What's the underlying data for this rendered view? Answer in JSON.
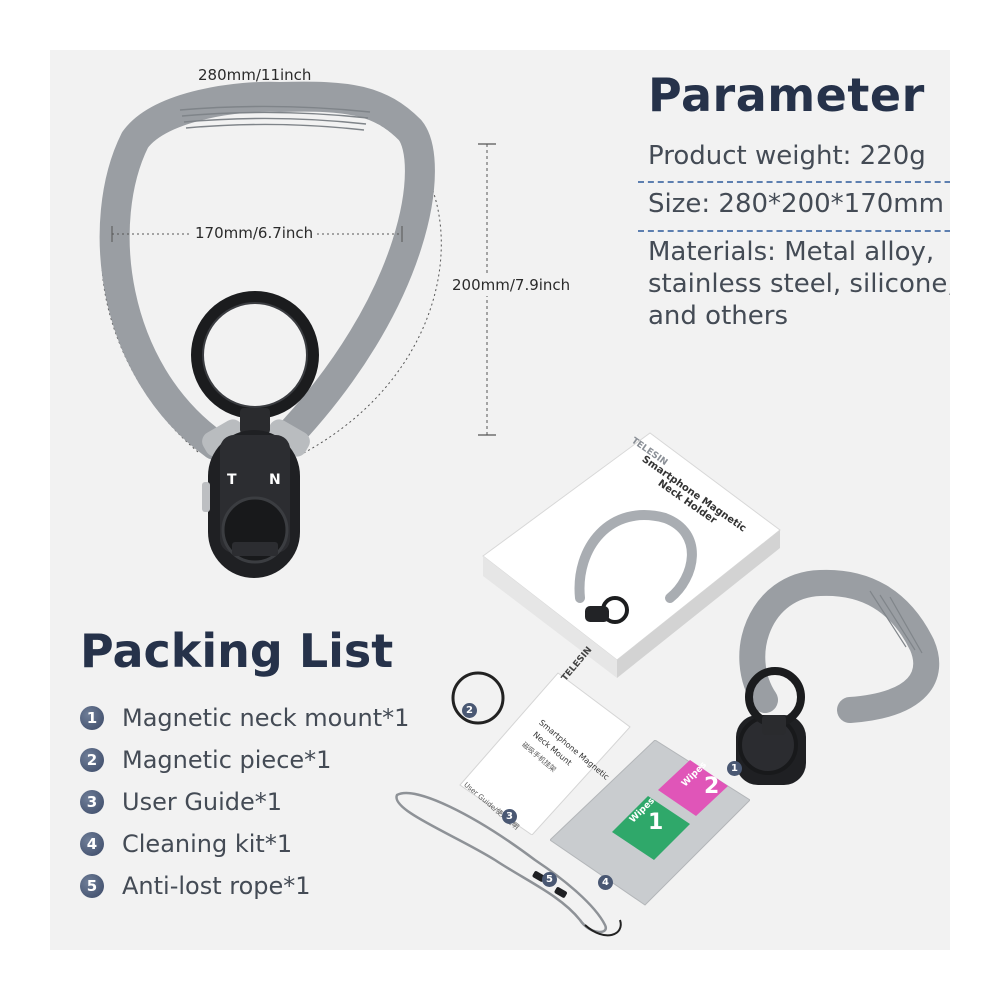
{
  "dimensions": {
    "outer_width": "280mm/11inch",
    "inner_width": "170mm/6.7inch",
    "height": "200mm/7.9inch"
  },
  "parameter": {
    "title": "Parameter",
    "weight": "Product weight: 220g",
    "size": "Size: 280*200*170mm",
    "materials_lines": [
      "Materials: Metal alloy,",
      "stainless steel, silicone,",
      "and others"
    ]
  },
  "packing": {
    "title": "Packing List",
    "items": [
      {
        "num": "1",
        "label": "Magnetic neck mount*1"
      },
      {
        "num": "2",
        "label": "Magnetic piece*1"
      },
      {
        "num": "3",
        "label": "User Guide*1"
      },
      {
        "num": "4",
        "label": "Cleaning kit*1"
      },
      {
        "num": "5",
        "label": "Anti-lost rope*1"
      }
    ]
  },
  "mount": {
    "letters": [
      "T",
      "N"
    ]
  },
  "box": {
    "brand": "TELESIN",
    "title_lines": [
      "Smartphone Magnetic",
      "Neck Holder"
    ]
  },
  "guide": {
    "brand": "TELESIN",
    "title_lines": [
      "Smartphone Magnetic",
      "Neck Mount"
    ],
    "subtitle": "磁吸手机挂架",
    "footer": "User Guide/使用说明"
  },
  "wipes": {
    "wipe1_label": "Wipes",
    "wipe1_num": "1",
    "wipe2_label": "Wipes",
    "wipe2_num": "2"
  },
  "markers": [
    "1",
    "2",
    "3",
    "4",
    "5"
  ],
  "colors": {
    "heading": "#26324a",
    "silicone": "#9a9ea3",
    "accent_line": "#5d7fb0"
  }
}
